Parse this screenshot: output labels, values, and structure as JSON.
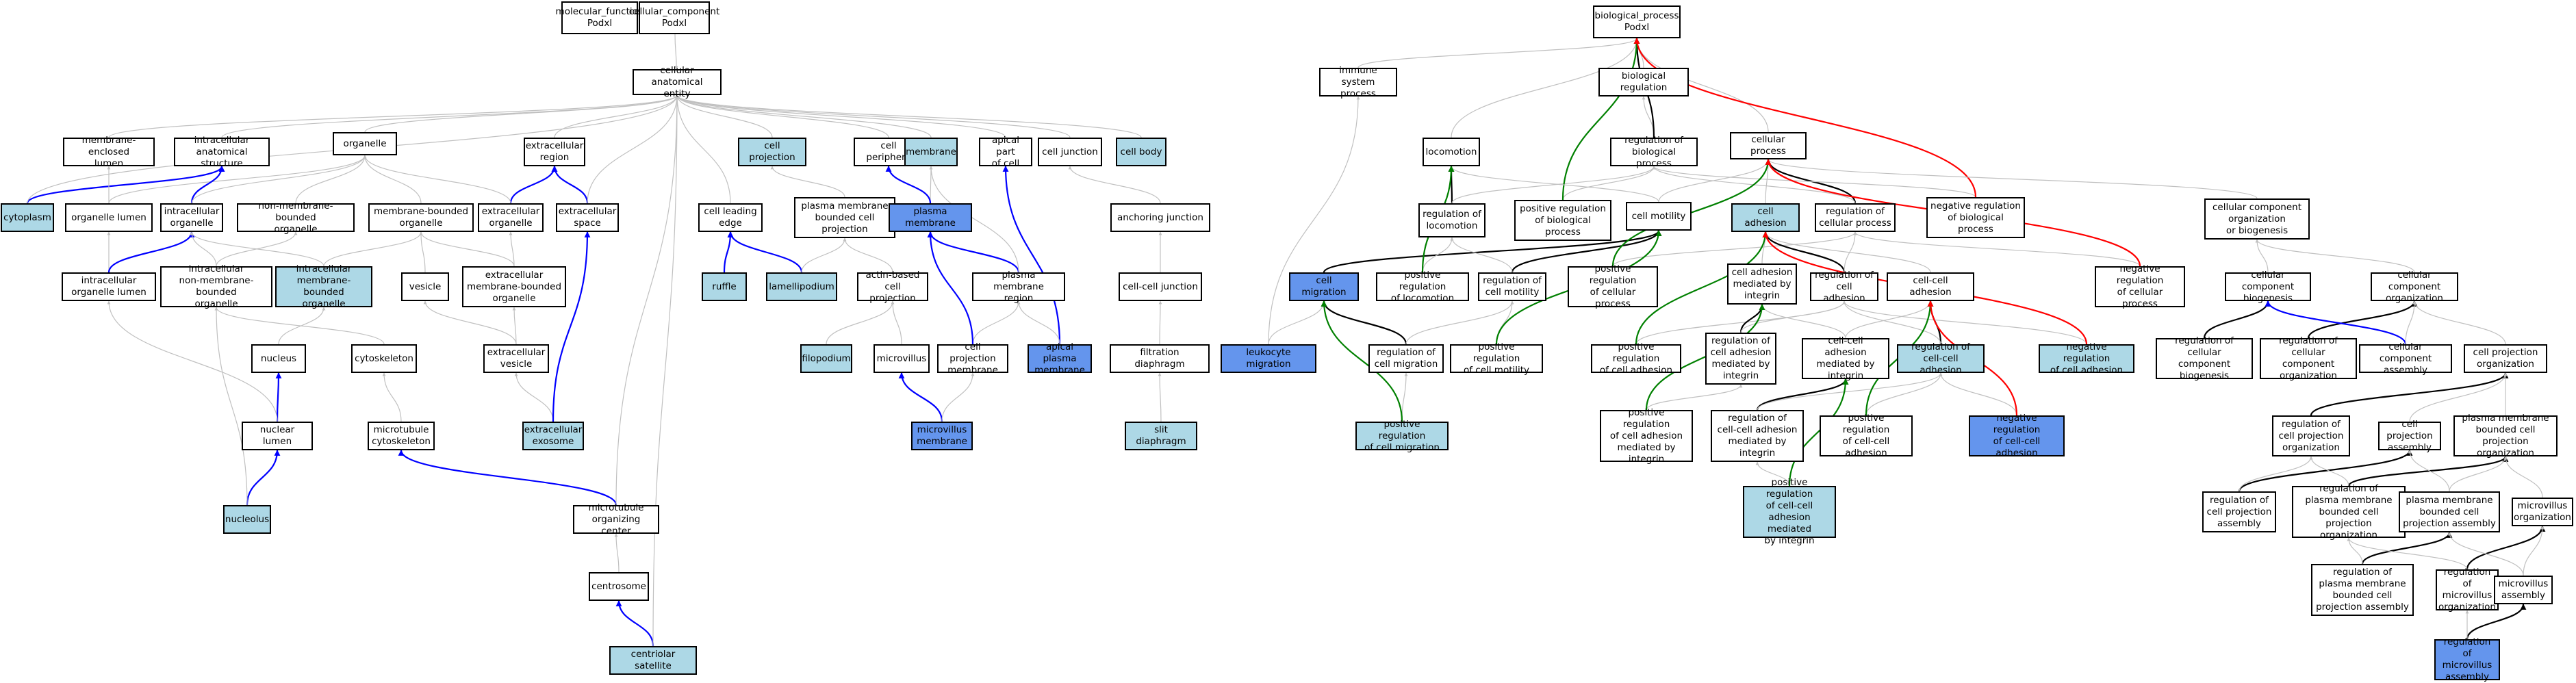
{
  "nodes": {
    "mf": {
      "label": "molecular_function\nPodxl",
      "color": "white"
    },
    "cc": {
      "label": "cellular_component\nPodxl",
      "color": "white"
    },
    "cae": {
      "label": "cellular anatomical\nentity",
      "color": "white"
    },
    "mel": {
      "label": "membrane-enclosed\nlumen",
      "color": "white"
    },
    "ias": {
      "label": "intracellular\nanatomical structure",
      "color": "white"
    },
    "organelle": {
      "label": "organelle",
      "color": "white"
    },
    "extreg": {
      "label": "extracellular\nregion",
      "color": "white"
    },
    "cellproj": {
      "label": "cell projection",
      "color": "light"
    },
    "periph": {
      "label": "cell periphery",
      "color": "white"
    },
    "membrane": {
      "label": "membrane",
      "color": "light"
    },
    "apical": {
      "label": "apical part\nof cell",
      "color": "white"
    },
    "junction": {
      "label": "cell junction",
      "color": "white"
    },
    "body": {
      "label": "cell body",
      "color": "light"
    },
    "cytoplasm": {
      "label": "cytoplasm",
      "color": "light"
    },
    "orglumen": {
      "label": "organelle lumen",
      "color": "white"
    },
    "intorg": {
      "label": "intracellular\norganelle",
      "color": "white"
    },
    "nmbo": {
      "label": "non-membrane-bounded\norganelle",
      "color": "white"
    },
    "mbo": {
      "label": "membrane-bounded\norganelle",
      "color": "white"
    },
    "extorg": {
      "label": "extracellular\norganelle",
      "color": "white"
    },
    "extspace": {
      "label": "extracellular\nspace",
      "color": "white"
    },
    "leadedge": {
      "label": "cell leading\nedge",
      "color": "white"
    },
    "pmbcp": {
      "label": "plasma membrane\nbounded cell\nprojection",
      "color": "white"
    },
    "pm": {
      "label": "plasma membrane",
      "color": "blue"
    },
    "anchor": {
      "label": "anchoring junction",
      "color": "white"
    },
    "iol": {
      "label": "intracellular\norganelle lumen",
      "color": "white"
    },
    "inmbo": {
      "label": "intracellular\nnon-membrane-bounded\norganelle",
      "color": "white"
    },
    "imbo": {
      "label": "intracellular\nmembrane-bounded\norganelle",
      "color": "light"
    },
    "vesicle": {
      "label": "vesicle",
      "color": "white"
    },
    "embo": {
      "label": "extracellular\nmembrane-bounded\norganelle",
      "color": "white"
    },
    "ruffle": {
      "label": "ruffle",
      "color": "light"
    },
    "lamelli": {
      "label": "lamellipodium",
      "color": "light"
    },
    "abcp": {
      "label": "actin-based\ncell projection",
      "color": "white"
    },
    "pmr": {
      "label": "plasma membrane\nregion",
      "color": "white"
    },
    "ccj": {
      "label": "cell-cell junction",
      "color": "white"
    },
    "nucleus": {
      "label": "nucleus",
      "color": "white"
    },
    "cytoskel": {
      "label": "cytoskeleton",
      "color": "white"
    },
    "extves": {
      "label": "extracellular\nvesicle",
      "color": "white"
    },
    "filop": {
      "label": "filopodium",
      "color": "light"
    },
    "microv": {
      "label": "microvillus",
      "color": "white"
    },
    "cpm": {
      "label": "cell projection\nmembrane",
      "color": "white"
    },
    "apm": {
      "label": "apical plasma\nmembrane",
      "color": "blue"
    },
    "filtdia": {
      "label": "filtration diaphragm",
      "color": "white"
    },
    "nuclumen": {
      "label": "nuclear lumen",
      "color": "white"
    },
    "mtcyto": {
      "label": "microtubule\ncytoskeleton",
      "color": "white"
    },
    "exosome": {
      "label": "extracellular\nexosome",
      "color": "light"
    },
    "mvm": {
      "label": "microvillus\nmembrane",
      "color": "blue"
    },
    "slit": {
      "label": "slit diaphragm",
      "color": "light"
    },
    "nucleolus": {
      "label": "nucleolus",
      "color": "light"
    },
    "mtoc": {
      "label": "microtubule\norganizing center",
      "color": "white"
    },
    "centrosome": {
      "label": "centrosome",
      "color": "white"
    },
    "centsat": {
      "label": "centriolar satellite",
      "color": "light"
    },
    "bp": {
      "label": "biological_process\nPodxl",
      "color": "white"
    },
    "immune": {
      "label": "immune system\nprocess",
      "color": "white"
    },
    "bioreg": {
      "label": "biological regulation",
      "color": "white"
    },
    "locomotion": {
      "label": "locomotion",
      "color": "white"
    },
    "rbp": {
      "label": "regulation of\nbiological process",
      "color": "white"
    },
    "cellproc": {
      "label": "cellular process",
      "color": "white"
    },
    "regloco": {
      "label": "regulation of\nlocomotion",
      "color": "white"
    },
    "prbp": {
      "label": "positive regulation\nof biological\nprocess",
      "color": "white"
    },
    "motility": {
      "label": "cell motility",
      "color": "white"
    },
    "celladh": {
      "label": "cell adhesion",
      "color": "light"
    },
    "rcp": {
      "label": "regulation of\ncellular process",
      "color": "white"
    },
    "nrbp": {
      "label": "negative regulation\nof biological\nprocess",
      "color": "white"
    },
    "ccob": {
      "label": "cellular component\norganization\nor biogenesis",
      "color": "white"
    },
    "migration": {
      "label": "cell migration",
      "color": "blue"
    },
    "prloco": {
      "label": "positive regulation\nof locomotion",
      "color": "white"
    },
    "rmot": {
      "label": "regulation of\ncell motility",
      "color": "white"
    },
    "prcp": {
      "label": "positive regulation\nof cellular\nprocess",
      "color": "white"
    },
    "camint": {
      "label": "cell adhesion\nmediated by\nintegrin",
      "color": "white"
    },
    "rcadh": {
      "label": "regulation of\ncell adhesion",
      "color": "white"
    },
    "ccadh": {
      "label": "cell-cell adhesion",
      "color": "white"
    },
    "nrcp": {
      "label": "negative regulation\nof cellular\nprocess",
      "color": "white"
    },
    "ccb": {
      "label": "cellular component\nbiogenesis",
      "color": "white"
    },
    "cco": {
      "label": "cellular component\norganization",
      "color": "white"
    },
    "leuko": {
      "label": "leukocyte migration",
      "color": "blue"
    },
    "rmig": {
      "label": "regulation of\ncell migration",
      "color": "white"
    },
    "prmot": {
      "label": "positive regulation\nof cell motility",
      "color": "white"
    },
    "pradh": {
      "label": "positive regulation\nof cell adhesion",
      "color": "white"
    },
    "rcamint": {
      "label": "regulation of\ncell adhesion\nmediated by\nintegrin",
      "color": "white"
    },
    "ccamint": {
      "label": "cell-cell adhesion\nmediated by\nintegrin",
      "color": "white"
    },
    "rccadh": {
      "label": "regulation of\ncell-cell adhesion",
      "color": "light"
    },
    "nradh": {
      "label": "negative regulation\nof cell adhesion",
      "color": "light"
    },
    "rccb": {
      "label": "regulation of\ncellular component\nbiogenesis",
      "color": "white"
    },
    "rcco": {
      "label": "regulation of\ncellular component\norganization",
      "color": "white"
    },
    "cca": {
      "label": "cellular component\nassembly",
      "color": "white"
    },
    "cpo": {
      "label": "cell projection\norganization",
      "color": "white"
    },
    "prmig": {
      "label": "positive regulation\nof cell migration",
      "color": "light"
    },
    "prcamint": {
      "label": "positive regulation\nof cell adhesion\nmediated by\nintegrin",
      "color": "white"
    },
    "rccamint": {
      "label": "regulation of\ncell-cell adhesion\nmediated by\nintegrin",
      "color": "white"
    },
    "prccadh": {
      "label": "positive regulation\nof cell-cell\nadhesion",
      "color": "white"
    },
    "nrccadh": {
      "label": "negative regulation\nof cell-cell\nadhesion",
      "color": "blue"
    },
    "rcpo": {
      "label": "regulation of\ncell projection\norganization",
      "color": "white"
    },
    "cpa": {
      "label": "cell projection\nassembly",
      "color": "white"
    },
    "pmbcpo": {
      "label": "plasma membrane\nbounded cell\nprojection organization",
      "color": "white"
    },
    "prccamint": {
      "label": "positive regulation\nof cell-cell\nadhesion mediated\nby integrin",
      "color": "light"
    },
    "rcpa": {
      "label": "regulation of\ncell projection\nassembly",
      "color": "white"
    },
    "rpmbcpo": {
      "label": "regulation of\nplasma membrane\nbounded cell\nprojection organization",
      "color": "white"
    },
    "pmbcpa": {
      "label": "plasma membrane\nbounded cell\nprojection assembly",
      "color": "white"
    },
    "mvo": {
      "label": "microvillus\norganization",
      "color": "white"
    },
    "rpmbcpa": {
      "label": "regulation of\nplasma membrane\nbounded cell\nprojection assembly",
      "color": "white"
    },
    "rmvo": {
      "label": "regulation of\nmicrovillus\norganization",
      "color": "white"
    },
    "mva": {
      "label": "microvillus\nassembly",
      "color": "white"
    },
    "rmva": {
      "label": "regulation of\nmicrovillus\nassembly",
      "color": "blue"
    }
  },
  "edges": [
    [
      "cc",
      "cae",
      "gray"
    ],
    [
      "mel",
      "cae",
      "gray"
    ],
    [
      "ias",
      "cae",
      "gray"
    ],
    [
      "organelle",
      "cae",
      "gray"
    ],
    [
      "extreg",
      "cae",
      "gray"
    ],
    [
      "cellproj",
      "cae",
      "gray"
    ],
    [
      "periph",
      "cae",
      "gray"
    ],
    [
      "membrane",
      "cae",
      "gray"
    ],
    [
      "apical",
      "cae",
      "gray"
    ],
    [
      "junction",
      "cae",
      "gray"
    ],
    [
      "body",
      "cae",
      "gray"
    ],
    [
      "cytoplasm",
      "ias",
      "blue"
    ],
    [
      "cytoplasm",
      "cae",
      "gray"
    ],
    [
      "orglumen",
      "mel",
      "gray"
    ],
    [
      "orglumen",
      "organelle",
      "gray"
    ],
    [
      "intorg",
      "ias",
      "blue"
    ],
    [
      "intorg",
      "organelle",
      "gray"
    ],
    [
      "nmbo",
      "organelle",
      "gray"
    ],
    [
      "mbo",
      "organelle",
      "gray"
    ],
    [
      "extorg",
      "extreg",
      "blue"
    ],
    [
      "extorg",
      "organelle",
      "gray"
    ],
    [
      "extspace",
      "extreg",
      "blue"
    ],
    [
      "extspace",
      "cae",
      "gray"
    ],
    [
      "leadedge",
      "cae",
      "gray"
    ],
    [
      "pmbcp",
      "cellproj",
      "gray"
    ],
    [
      "pm",
      "membrane",
      "gray"
    ],
    [
      "pm",
      "periph",
      "blue"
    ],
    [
      "anchor",
      "junction",
      "gray"
    ],
    [
      "iol",
      "orglumen",
      "gray"
    ],
    [
      "iol",
      "intorg",
      "blue"
    ],
    [
      "inmbo",
      "intorg",
      "gray"
    ],
    [
      "inmbo",
      "nmbo",
      "gray"
    ],
    [
      "imbo",
      "intorg",
      "gray"
    ],
    [
      "imbo",
      "mbo",
      "gray"
    ],
    [
      "vesicle",
      "mbo",
      "gray"
    ],
    [
      "embo",
      "mbo",
      "gray"
    ],
    [
      "embo",
      "extorg",
      "gray"
    ],
    [
      "ruffle",
      "leadedge",
      "blue"
    ],
    [
      "lamelli",
      "leadedge",
      "blue"
    ],
    [
      "lamelli",
      "pmbcp",
      "gray"
    ],
    [
      "abcp",
      "pmbcp",
      "gray"
    ],
    [
      "pmr",
      "pm",
      "blue"
    ],
    [
      "pmr",
      "membrane",
      "gray"
    ],
    [
      "ccj",
      "anchor",
      "gray"
    ],
    [
      "nucleus",
      "imbo",
      "gray"
    ],
    [
      "cytoskel",
      "inmbo",
      "gray"
    ],
    [
      "extves",
      "vesicle",
      "gray"
    ],
    [
      "extves",
      "embo",
      "gray"
    ],
    [
      "filop",
      "abcp",
      "gray"
    ],
    [
      "microv",
      "abcp",
      "gray"
    ],
    [
      "cpm",
      "pmr",
      "gray"
    ],
    [
      "cpm",
      "pm",
      "blue"
    ],
    [
      "apm",
      "apical",
      "blue"
    ],
    [
      "apm",
      "pmr",
      "gray"
    ],
    [
      "filtdia",
      "ccj",
      "gray"
    ],
    [
      "nuclumen",
      "nucleus",
      "blue"
    ],
    [
      "nuclumen",
      "iol",
      "gray"
    ],
    [
      "mtcyto",
      "cytoskel",
      "gray"
    ],
    [
      "exosome",
      "extves",
      "gray"
    ],
    [
      "exosome",
      "extspace",
      "blue"
    ],
    [
      "mvm",
      "microv",
      "blue"
    ],
    [
      "mvm",
      "cpm",
      "gray"
    ],
    [
      "slit",
      "filtdia",
      "gray"
    ],
    [
      "nucleolus",
      "nuclumen",
      "blue"
    ],
    [
      "nucleolus",
      "inmbo",
      "gray"
    ],
    [
      "mtoc",
      "mtcyto",
      "blue"
    ],
    [
      "mtoc",
      "cae",
      "gray"
    ],
    [
      "centrosome",
      "mtoc",
      "gray"
    ],
    [
      "centsat",
      "centrosome",
      "blue"
    ],
    [
      "centsat",
      "cae",
      "gray"
    ],
    [
      "immune",
      "bp",
      "gray"
    ],
    [
      "bioreg",
      "bp",
      "gray"
    ],
    [
      "locomotion",
      "bp",
      "gray"
    ],
    [
      "rbp",
      "bioreg",
      "gray"
    ],
    [
      "rbp",
      "bp",
      "black"
    ],
    [
      "cellproc",
      "bp",
      "gray"
    ],
    [
      "regloco",
      "locomotion",
      "black"
    ],
    [
      "regloco",
      "rbp",
      "gray"
    ],
    [
      "prbp",
      "rbp",
      "gray"
    ],
    [
      "prbp",
      "bp",
      "green"
    ],
    [
      "motility",
      "cellproc",
      "gray"
    ],
    [
      "motility",
      "locomotion",
      "gray"
    ],
    [
      "celladh",
      "cellproc",
      "gray"
    ],
    [
      "rcp",
      "cellproc",
      "black"
    ],
    [
      "rcp",
      "rbp",
      "gray"
    ],
    [
      "nrbp",
      "rbp",
      "gray"
    ],
    [
      "nrbp",
      "bp",
      "red"
    ],
    [
      "ccob",
      "cellproc",
      "gray"
    ],
    [
      "migration",
      "motility",
      "black"
    ],
    [
      "leuko",
      "migration",
      "gray"
    ],
    [
      "leuko",
      "immune",
      "gray"
    ],
    [
      "prloco",
      "regloco",
      "gray"
    ],
    [
      "prloco",
      "locomotion",
      "green"
    ],
    [
      "rmot",
      "motility",
      "black"
    ],
    [
      "rmot",
      "regloco",
      "gray"
    ],
    [
      "prcp",
      "rcp",
      "gray"
    ],
    [
      "prcp",
      "cellproc",
      "green"
    ],
    [
      "camint",
      "celladh",
      "gray"
    ],
    [
      "rcadh",
      "celladh",
      "black"
    ],
    [
      "rcadh",
      "rcp",
      "gray"
    ],
    [
      "ccadh",
      "celladh",
      "gray"
    ],
    [
      "nrcp",
      "rcp",
      "gray"
    ],
    [
      "nrcp",
      "cellproc",
      "red"
    ],
    [
      "ccb",
      "ccob",
      "gray"
    ],
    [
      "cco",
      "ccob",
      "gray"
    ],
    [
      "rmig",
      "migration",
      "black"
    ],
    [
      "rmig",
      "rmot",
      "gray"
    ],
    [
      "prmot",
      "rmot",
      "gray"
    ],
    [
      "prmot",
      "motility",
      "green"
    ],
    [
      "pradh",
      "rcadh",
      "gray"
    ],
    [
      "pradh",
      "celladh",
      "green"
    ],
    [
      "rcamint",
      "camint",
      "black"
    ],
    [
      "rcamint",
      "rcadh",
      "gray"
    ],
    [
      "ccamint",
      "camint",
      "gray"
    ],
    [
      "ccamint",
      "ccadh",
      "gray"
    ],
    [
      "rccadh",
      "ccadh",
      "black"
    ],
    [
      "rccadh",
      "rcadh",
      "gray"
    ],
    [
      "nradh",
      "rcadh",
      "gray"
    ],
    [
      "nradh",
      "celladh",
      "red"
    ],
    [
      "rccb",
      "ccb",
      "black"
    ],
    [
      "rcco",
      "cco",
      "black"
    ],
    [
      "cca",
      "ccb",
      "blue"
    ],
    [
      "cca",
      "cco",
      "gray"
    ],
    [
      "cpo",
      "cco",
      "gray"
    ],
    [
      "prmig",
      "rmig",
      "gray"
    ],
    [
      "prmig",
      "migration",
      "green"
    ],
    [
      "prcamint",
      "rcamint",
      "gray"
    ],
    [
      "prcamint",
      "camint",
      "green"
    ],
    [
      "rccamint",
      "ccamint",
      "black"
    ],
    [
      "rccamint",
      "rccadh",
      "gray"
    ],
    [
      "prccadh",
      "rccadh",
      "gray"
    ],
    [
      "prccadh",
      "ccadh",
      "green"
    ],
    [
      "nrccadh",
      "rccadh",
      "gray"
    ],
    [
      "nrccadh",
      "ccadh",
      "red"
    ],
    [
      "rcpo",
      "cpo",
      "black"
    ],
    [
      "cpa",
      "cpo",
      "gray"
    ],
    [
      "pmbcpo",
      "cpo",
      "gray"
    ],
    [
      "prccamint",
      "rccamint",
      "gray"
    ],
    [
      "prccamint",
      "ccamint",
      "green"
    ],
    [
      "rcpa",
      "cpa",
      "black"
    ],
    [
      "rcpa",
      "rcpo",
      "gray"
    ],
    [
      "rpmbcpo",
      "pmbcpo",
      "black"
    ],
    [
      "rpmbcpo",
      "rcpo",
      "gray"
    ],
    [
      "pmbcpa",
      "pmbcpo",
      "gray"
    ],
    [
      "pmbcpa",
      "cpa",
      "gray"
    ],
    [
      "mvo",
      "pmbcpo",
      "gray"
    ],
    [
      "rpmbcpa",
      "pmbcpa",
      "black"
    ],
    [
      "rpmbcpa",
      "rpmbcpo",
      "gray"
    ],
    [
      "rmvo",
      "mvo",
      "black"
    ],
    [
      "rmvo",
      "rpmbcpo",
      "gray"
    ],
    [
      "mva",
      "mvo",
      "gray"
    ],
    [
      "mva",
      "pmbcpa",
      "gray"
    ],
    [
      "rmva",
      "mva",
      "black"
    ],
    [
      "rmva",
      "rmvo",
      "gray"
    ]
  ],
  "edge_colors": {
    "gray": "#c0c0c0",
    "blue": "#0000ff",
    "black": "#000000",
    "green": "#008000",
    "red": "#ff0000"
  },
  "node_colors": {
    "white": "#ffffff",
    "light": "#add8e6",
    "blue": "#6495ed"
  }
}
